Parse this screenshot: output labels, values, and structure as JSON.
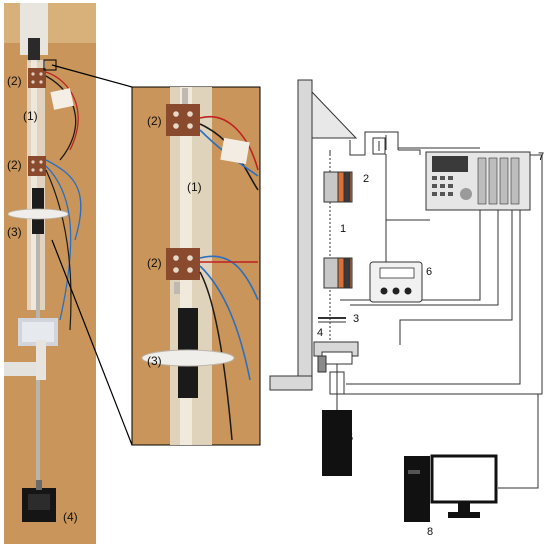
{
  "photo_left": {
    "labels": {
      "clamp_top": "(2)",
      "specimen": "(1)",
      "clamp_bottom": "(2)",
      "guide": "(3)",
      "weight": "(4)"
    }
  },
  "photo_zoom": {
    "labels": {
      "clamp_top": "(2)",
      "specimen": "(1)",
      "clamp_bottom": "(2)",
      "guide": "(3)"
    }
  },
  "schematic": {
    "labels": {
      "specimen": "1",
      "clamp": "2",
      "guide": "3",
      "support": "4",
      "weight": "5",
      "meter": "6",
      "analyzer": "7",
      "computer": "8"
    }
  },
  "colors": {
    "photo_background": "#c9955a",
    "copper_clamp": "#8a4a2e",
    "schematic_stroke": "#333333",
    "clamp_orange": "#d9703a"
  }
}
